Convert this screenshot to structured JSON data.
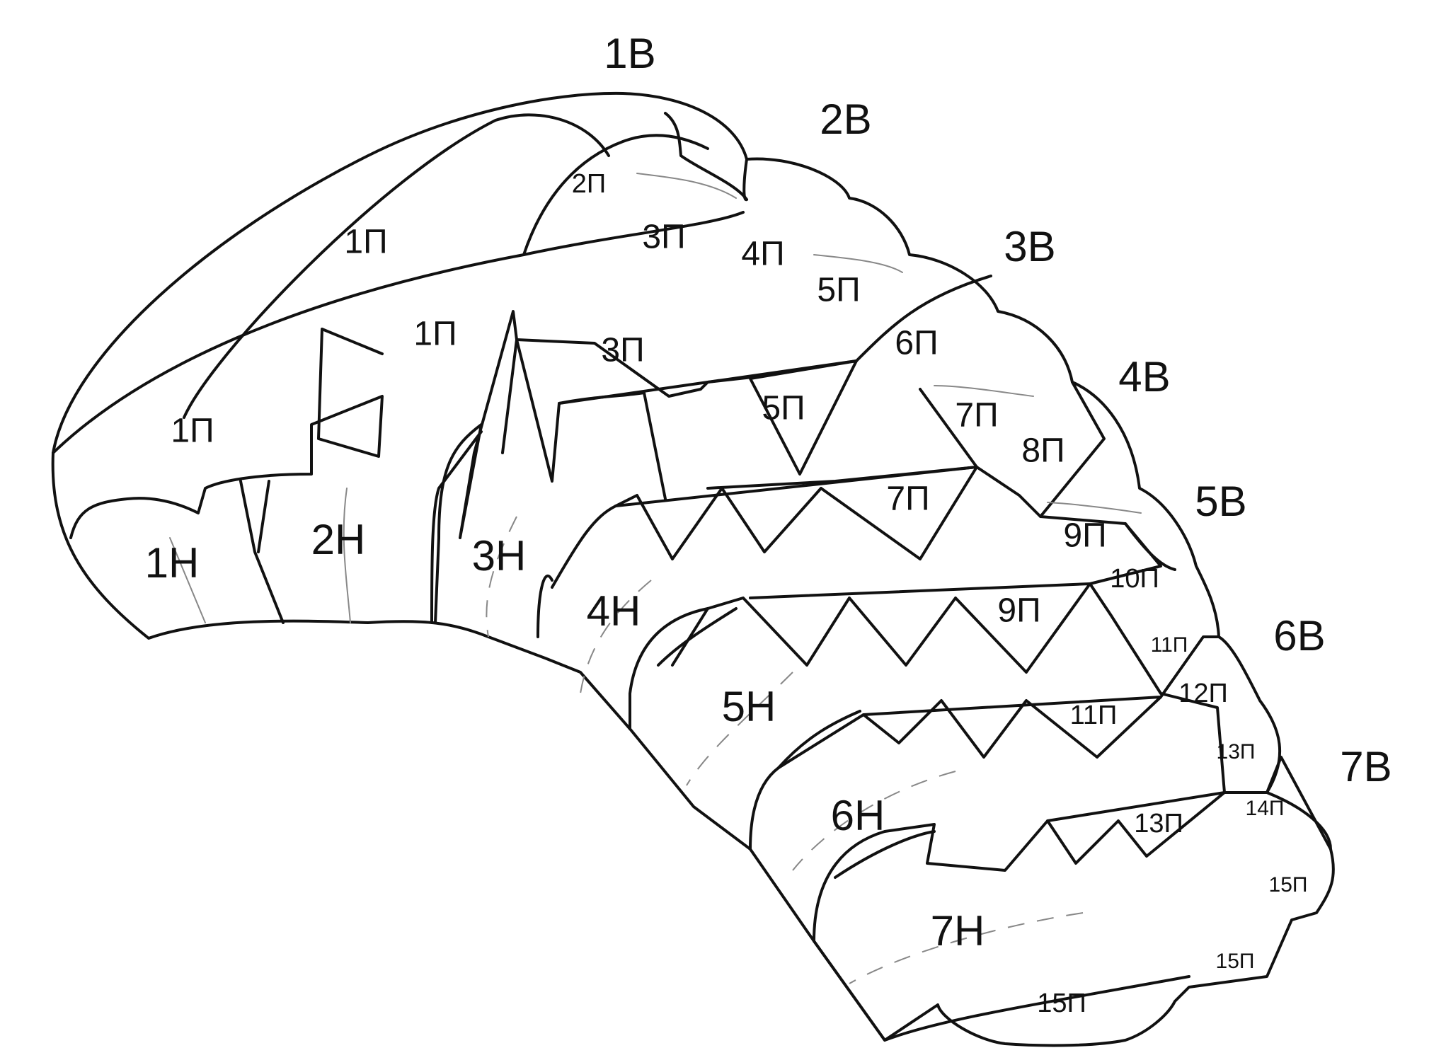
{
  "diagram": {
    "dorsal": {
      "b1": "1В",
      "b2": "2В",
      "b3": "3В",
      "b4": "4В",
      "b5": "5В",
      "b6": "6В",
      "b7": "7В"
    },
    "ventral": {
      "h1": "1Н",
      "h2": "2Н",
      "h3": "3Н",
      "h4": "4Н",
      "h5": "5Н",
      "h6": "6Н",
      "h7": "7Н"
    },
    "plates": {
      "p1a": "1П",
      "p1b": "1П",
      "p1c": "1П",
      "p2": "2П",
      "p3a": "3П",
      "p3b": "3П",
      "p4": "4П",
      "p5a": "5П",
      "p5b": "5П",
      "p6": "6П",
      "p7a": "7П",
      "p7b": "7П",
      "p8": "8П",
      "p9a": "9П",
      "p9b": "9П",
      "p10": "10П",
      "p11a": "11П",
      "p11b": "11П",
      "p12": "12П",
      "p13a": "13П",
      "p13b": "13П",
      "p14": "14П",
      "p15a": "15П",
      "p15b": "15П",
      "p15c": "15П"
    }
  }
}
